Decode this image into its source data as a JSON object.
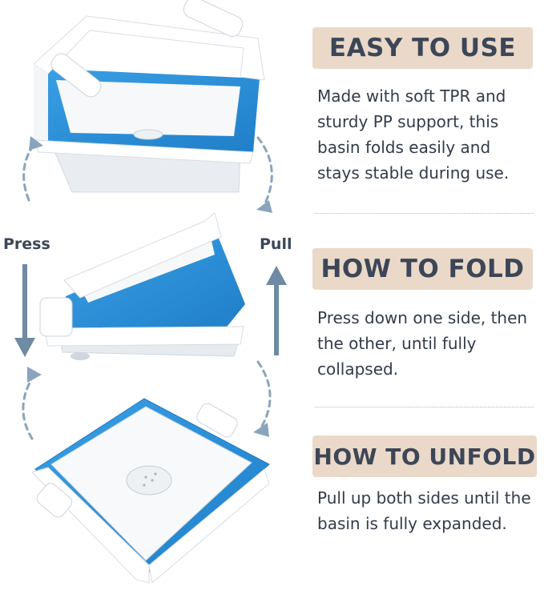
{
  "labels": {
    "press": "Press",
    "pull": "Pull"
  },
  "sections": [
    {
      "heading": "EASY TO USE",
      "text": "Made with soft TPR and sturdy PP support, this basin folds easily and stays stable during use."
    },
    {
      "heading": "HOW TO FOLD",
      "text": "Press down one side, then the other, until fully collapsed."
    },
    {
      "heading": "HOW TO UNFOLD",
      "text": "Pull up both sides until the basin is fully expanded."
    }
  ],
  "colors": {
    "heading_bg": "#ead9c9",
    "basin_blue": "#2e8fd8",
    "arrow_blue": "#8aa4bd",
    "text": "#3c4657"
  },
  "icons": {
    "press_arrow": "arrow-down-icon",
    "pull_arrow": "arrow-up-icon"
  }
}
